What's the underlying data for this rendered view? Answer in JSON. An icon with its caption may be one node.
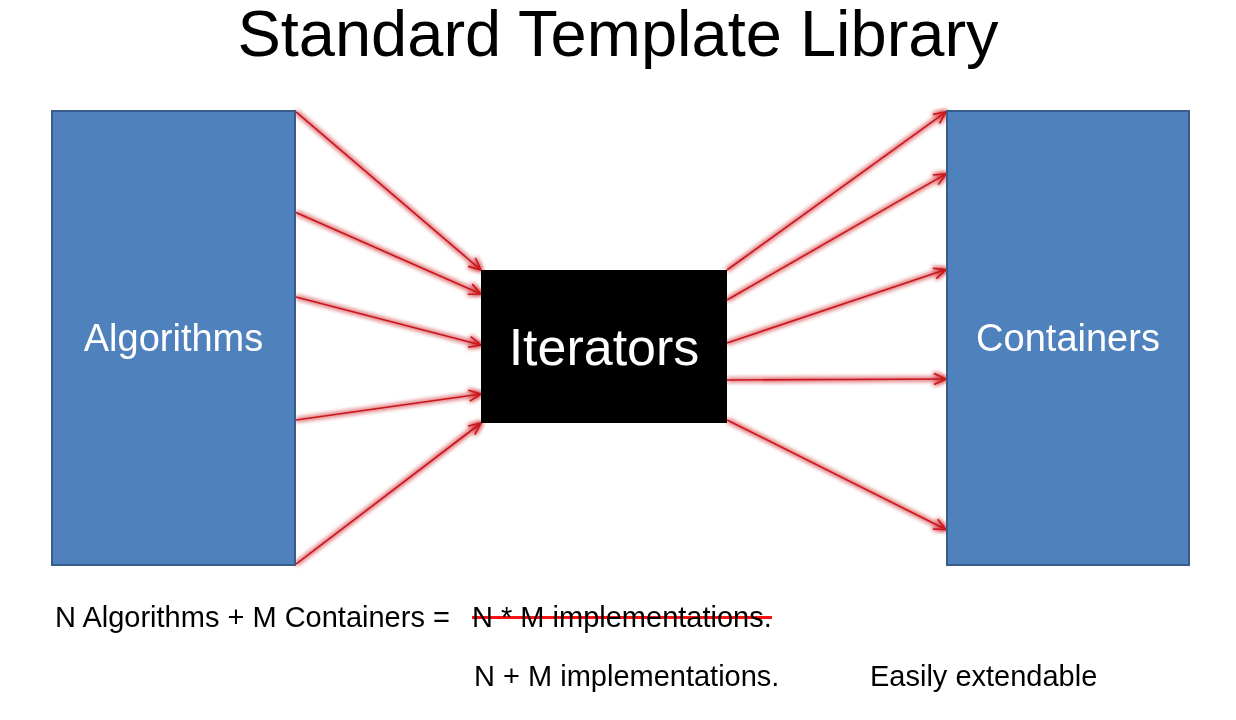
{
  "diagram": {
    "title": "Standard Template Library",
    "nodes": [
      {
        "text": [
          "Algorithms"
        ]
      },
      {
        "text": [
          "Iterators"
        ]
      },
      {
        "text": [
          "Containers"
        ]
      }
    ],
    "edges": [
      {
        "from": 0,
        "to": 1,
        "arrow": "to"
      },
      {
        "from": 0,
        "to": 1,
        "arrow": "to"
      },
      {
        "from": 0,
        "to": 1,
        "arrow": "to"
      },
      {
        "from": 0,
        "to": 1,
        "arrow": "to"
      },
      {
        "from": 0,
        "to": 1,
        "arrow": "to"
      },
      {
        "from": 1,
        "to": 2,
        "arrow": "to"
      },
      {
        "from": 1,
        "to": 2,
        "arrow": "to"
      },
      {
        "from": 1,
        "to": 2,
        "arrow": "to"
      },
      {
        "from": 1,
        "to": 2,
        "arrow": "to"
      },
      {
        "from": 1,
        "to": 2,
        "arrow": "to"
      }
    ],
    "labels": [
      "N Algorithms + M Containers =",
      "N * M implementations.",
      "N + M implementations.",
      "Easily extendable"
    ]
  }
}
